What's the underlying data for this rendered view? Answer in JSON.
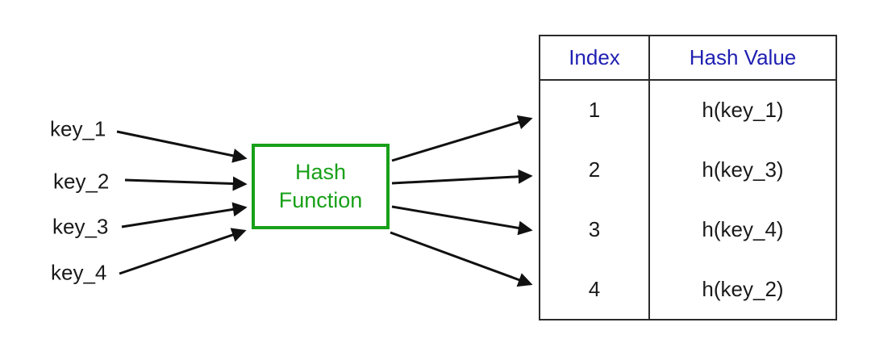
{
  "colors": {
    "box_green": "#18a018",
    "header_blue": "#2020b2",
    "arrow_black": "#111111"
  },
  "keys": [
    {
      "label": "key_1"
    },
    {
      "label": "key_2"
    },
    {
      "label": "key_3"
    },
    {
      "label": "key_4"
    }
  ],
  "hash_box": {
    "label": "Hash Function"
  },
  "table": {
    "headers": [
      "Index",
      "Hash Value"
    ],
    "rows": [
      {
        "index": "1",
        "value": "h(key_1)"
      },
      {
        "index": "2",
        "value": "h(key_3)"
      },
      {
        "index": "3",
        "value": "h(key_4)"
      },
      {
        "index": "4",
        "value": "h(key_2)"
      }
    ]
  }
}
